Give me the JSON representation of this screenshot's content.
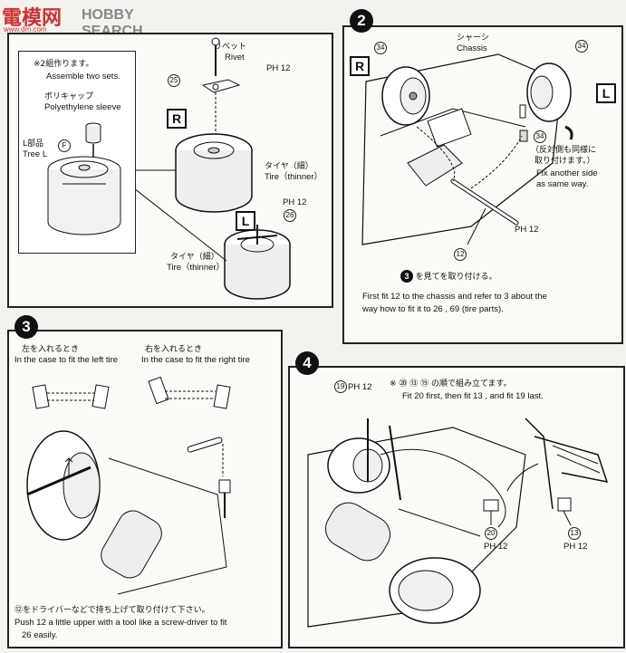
{
  "watermark": {
    "logo": "電模网",
    "site": "www.dm.com",
    "search": "HOBBY SEARCH"
  },
  "step1": {
    "assemble_jp": "※2組作ります。",
    "assemble_en": "Assemble two sets.",
    "poly_jp": "ポリキャップ",
    "poly_en": "Polyethylene sleeve",
    "tree_jp": "L部品",
    "tree_en": "Tree L",
    "tree_part": "F",
    "rivet_jp": "リベット",
    "rivet_en": "Rivet",
    "part_rivet": "PH 12",
    "part_25": "25",
    "part_26": "26",
    "part_ph_r": "PH 12",
    "tire_r_jp": "タイヤ（細）",
    "tire_r_en": "Tire（thinner）",
    "tire_l_jp": "タイヤ（細）",
    "tire_l_en": "Tire（thinner）",
    "label_r": "R",
    "label_l": "L"
  },
  "step2": {
    "num": "2",
    "chassis_jp": "シャーシ",
    "chassis_en": "Chassis",
    "part_34a": "34",
    "part_34b": "34",
    "part_34c": "34",
    "label_r": "R",
    "label_l": "L",
    "other_side_jp1": "（反対側も同様に",
    "other_side_jp2": "取り付けます。）",
    "other_side_en1": "Fix another side",
    "other_side_en2": "as same way.",
    "ph12": "PH 12",
    "part_12": "12",
    "instr_jp": "を見てを取り付ける。",
    "instr_en1": "First fit 12 to the chassis and refer to 3 about the",
    "instr_en2": "way how to fit it to 26 , 69 (tire parts)."
  },
  "step3": {
    "num": "3",
    "left_jp": "左を入れるとき",
    "left_en": "In the case to fit the left tire",
    "right_jp": "右を入れるとき",
    "right_en": "In the case to fit the right tire",
    "note_jp": "⑫をドライバーなどで持ち上げて取り付けて下さい。",
    "note_en1": "Push 12 a little upper with a tool like a screw-driver to fit",
    "note_en2": "26 easily."
  },
  "step4": {
    "num": "4",
    "order_jp": "※ ⑳ ⑬ ⑲ の順で組み立てます。",
    "order_en": "Fit 20 first, then fit 13 , and fit 19 last.",
    "part_19": "19",
    "part_19_ph": "PH 12",
    "part_20": "20",
    "part_20_ph": "PH 12",
    "part_13": "13",
    "part_13_ph": "PH 12"
  }
}
